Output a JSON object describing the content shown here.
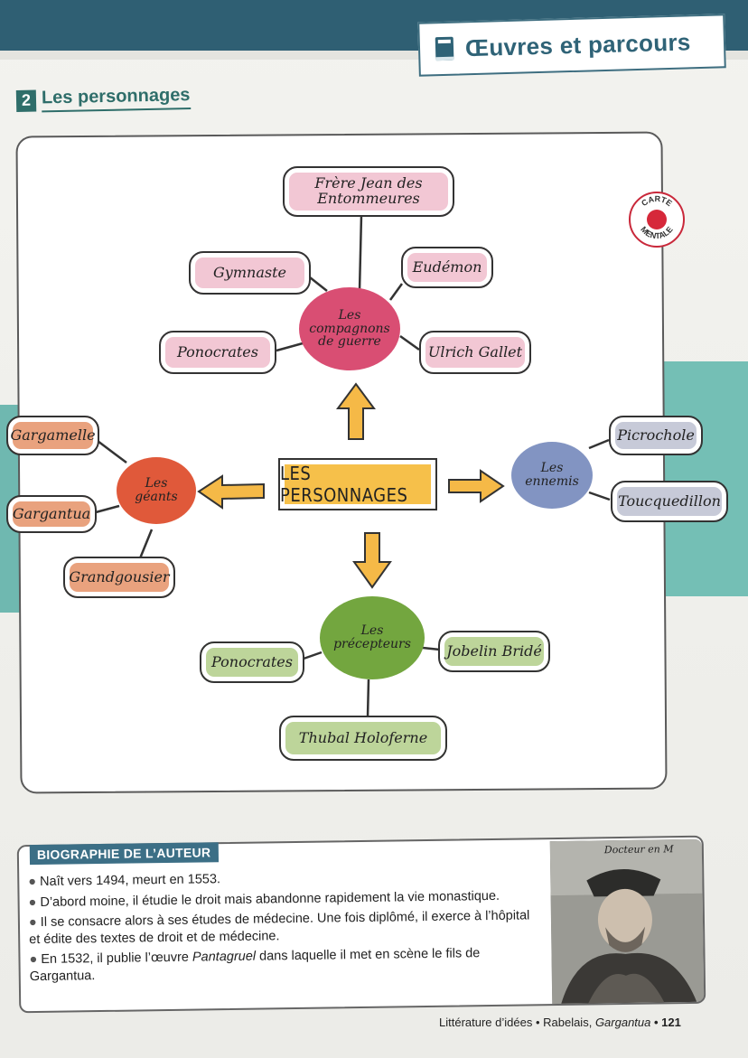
{
  "header": {
    "title": "Œuvres et parcours",
    "icon": "book-icon"
  },
  "section": {
    "number": "2",
    "title": "Les personnages"
  },
  "mindmap": {
    "center": "LES PERSONNAGES",
    "badge": {
      "top": "CARTE",
      "bottom": "MENTALE"
    },
    "companions": {
      "label_lines": [
        "Les",
        "compagnons",
        "de guerre"
      ],
      "items": [
        "Frère Jean des",
        "Entommeures",
        "Gymnaste",
        "Eudémon",
        "Ponocrates",
        "Ulrich Gallet"
      ]
    },
    "giants": {
      "label_lines": [
        "Les",
        "géants"
      ],
      "items": [
        "Gargamelle",
        "Gargantua",
        "Grandgousier"
      ]
    },
    "enemies": {
      "label_lines": [
        "Les",
        "ennemis"
      ],
      "items": [
        "Picrochole",
        "Toucquedillon"
      ]
    },
    "tutors": {
      "label_lines": [
        "Les",
        "précepteurs"
      ],
      "items": [
        "Ponocrates",
        "Jobelin Bridé",
        "Thubal Holoferne"
      ]
    }
  },
  "biography": {
    "title": "BIOGRAPHIE DE L’AUTEUR",
    "items": [
      "Naît vers 1494, meurt en 1553.",
      "D’abord moine, il étudie le droit mais abandonne rapidement la vie monastique.",
      "Il se consacre alors à ses études de médecine. Une fois diplômé, il exerce à l’hôpital et édite des textes de droit et de médecine."
    ],
    "item4_before": "En 1532, il publie l’œuvre ",
    "item4_italic": "Pantagruel",
    "item4_after": " dans laquelle il met en scène le fils de Gargantua.",
    "portrait_caption": "Docteur en M"
  },
  "footer": {
    "before": "Littérature d’idées • Rabelais, ",
    "italic": "Gargantua",
    "page": " • 121"
  },
  "colors": {
    "pink_hub": "#d94e73",
    "giants_hub": "#e0593a",
    "enemies_hub": "#8294c2",
    "tutors_hub": "#73a63f",
    "center": "#f6c04a"
  }
}
